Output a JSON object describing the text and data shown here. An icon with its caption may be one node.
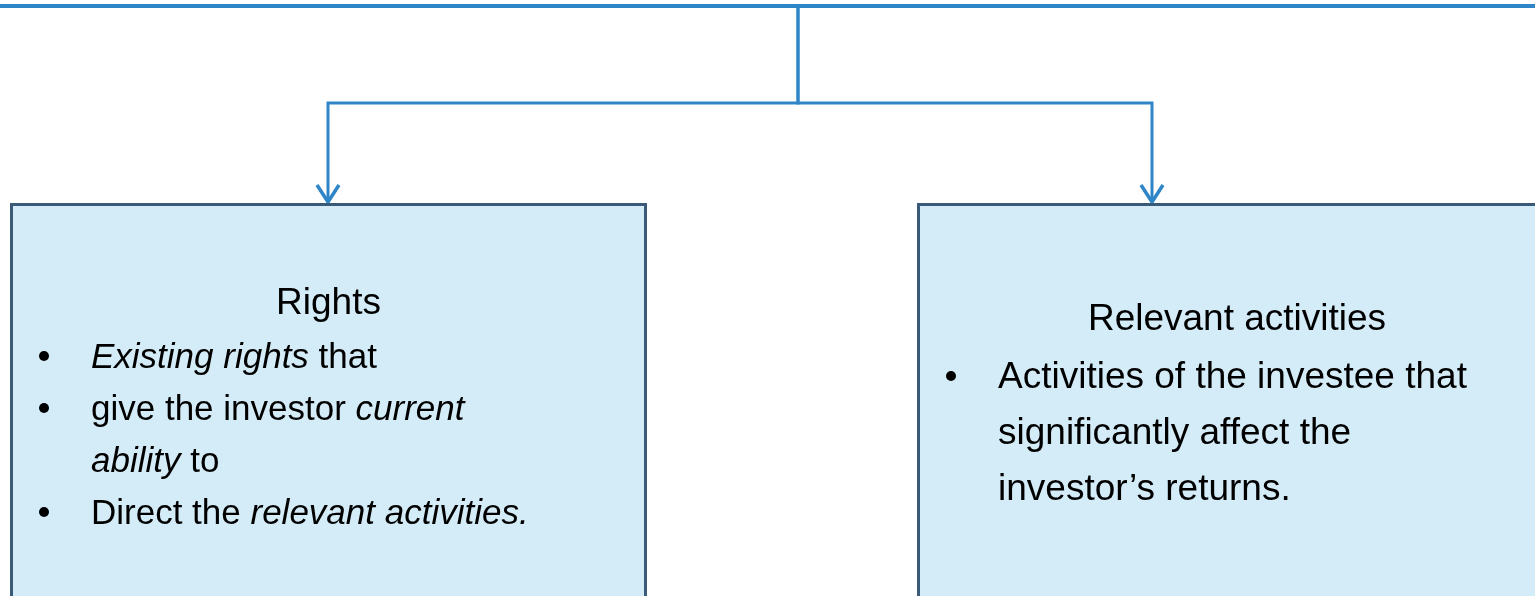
{
  "diagram": {
    "nodes": [
      {
        "text": [],
        "shape": "box"
      },
      {
        "text": [
          "Rights",
          "*Existing rights* that",
          "give the investor *current ability* to",
          "Direct the *relevant activities.*"
        ]
      },
      {
        "text": [
          "Relevant activities",
          "Activities of the investee that significantly affect the investor’s returns."
        ]
      }
    ],
    "edges": [
      {
        "from": 0,
        "to": 1,
        "arrow": "to"
      },
      {
        "from": 0,
        "to": 2,
        "arrow": "to"
      }
    ]
  }
}
